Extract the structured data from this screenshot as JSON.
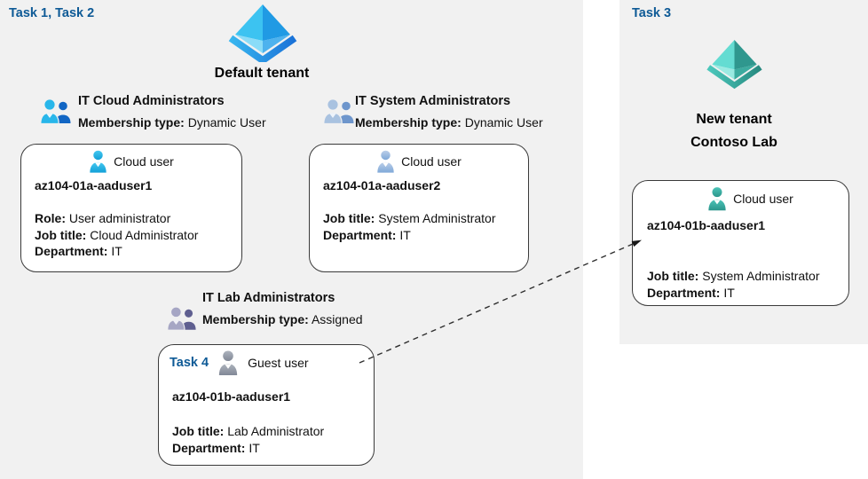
{
  "left_panel": {
    "task_label": "Task 1, Task 2",
    "tenant_name": "Default tenant",
    "tenant_icon": "azure-ad-pyramid-blue-icon",
    "groups": [
      {
        "name": "IT Cloud Administrators",
        "membership_label": "Membership type:",
        "membership_value": "Dynamic User",
        "icon": "group-people-blue-icon"
      },
      {
        "name": "IT System Administrators",
        "membership_label": "Membership type:",
        "membership_value": "Dynamic User",
        "icon": "group-people-steel-icon"
      },
      {
        "name": "IT Lab Administrators",
        "membership_label": "Membership type:",
        "membership_value": "Assigned",
        "icon": "group-people-purple-icon"
      }
    ],
    "users": [
      {
        "type_label": "Cloud user",
        "icon": "person-cyan-icon",
        "name": "az104-01a-aaduser1",
        "fields": [
          {
            "label": "Role:",
            "value": "User administrator"
          },
          {
            "label": "Job title:",
            "value": "Cloud Administrator"
          },
          {
            "label": "Department:",
            "value": "IT"
          }
        ]
      },
      {
        "type_label": "Cloud user",
        "icon": "person-steel-icon",
        "name": "az104-01a-aaduser2",
        "fields": [
          {
            "label": "Job title:",
            "value": "System Administrator"
          },
          {
            "label": "Department:",
            "value": "IT"
          }
        ]
      },
      {
        "task_label": "Task 4",
        "type_label": "Guest user",
        "icon": "person-gray-icon",
        "name": "az104-01b-aaduser1",
        "fields": [
          {
            "label": "Job title:",
            "value": "Lab Administrator"
          },
          {
            "label": "Department:",
            "value": "IT"
          }
        ]
      }
    ]
  },
  "right_panel": {
    "task_label": "Task 3",
    "tenant_line1": "New  tenant",
    "tenant_line2": "Contoso Lab",
    "tenant_icon": "azure-ad-pyramid-teal-icon",
    "user": {
      "type_label": "Cloud user",
      "icon": "person-teal-icon",
      "name": "az104-01b-aaduser1",
      "fields": [
        {
          "label": "Job title:",
          "value": "System Administrator"
        },
        {
          "label": "Department:",
          "value": "IT"
        }
      ]
    }
  },
  "connector": {
    "type": "dashed-arrow",
    "from": "guest-user-card",
    "to": "new-tenant-user-card"
  },
  "colors": {
    "task_blue": "#0e5a96",
    "panel_bg": "#f1f1f1",
    "card_bg": "#ffffff",
    "card_border": "#3a3a3a",
    "pyramid_blue": [
      "#3cc3f1",
      "#209ae4",
      "#8adcf8",
      "#4db2ee",
      "#38b6ef",
      "#1a72d8"
    ],
    "pyramid_teal": [
      "#64dcd2",
      "#2f978e",
      "#9aeae2",
      "#3cab9f",
      "#4cc8bc",
      "#27897f"
    ],
    "person_cyan": "#29b7e9",
    "person_steel": "#a9c2e0",
    "person_gray": "#99a0ac",
    "person_teal": "#3aab9f",
    "arrow": "#2f2f2f"
  }
}
